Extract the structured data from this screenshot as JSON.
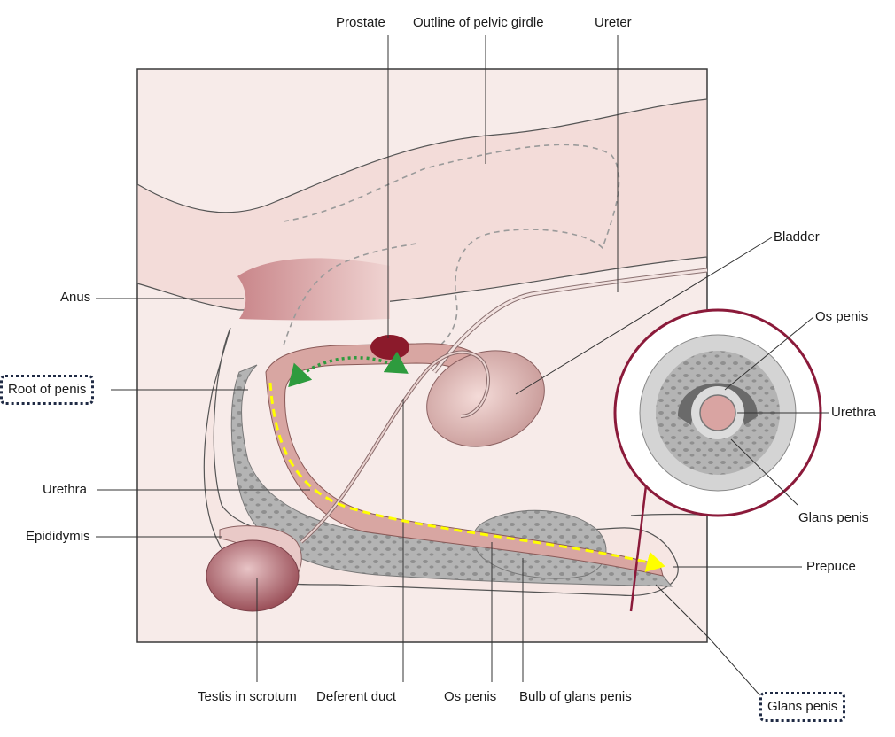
{
  "labels": {
    "prostate": "Prostate",
    "pelvic_girdle": "Outline of pelvic girdle",
    "ureter": "Ureter",
    "bladder": "Bladder",
    "anus": "Anus",
    "root_of_penis": "Root of penis",
    "urethra_left": "Urethra",
    "epididymis": "Epididymis",
    "testis": "Testis in scrotum",
    "deferent_duct": "Deferent duct",
    "os_penis_bottom": "Os penis",
    "bulb": "Bulb of glans penis",
    "glans_bottom": "Glans penis",
    "os_penis_inset": "Os penis",
    "urethra_inset": "Urethra",
    "glans_inset": "Glans penis",
    "prepuce": "Prepuce"
  },
  "colors": {
    "skin": "#f5e6e3",
    "tissue": "#b0666e",
    "bone_gray": "#a8a8a8",
    "prostate": "#8b1a2b",
    "inset_ring": "#8b1a3a",
    "yellow_arrow": "#ffff00",
    "green_arrow": "#2e9b3e",
    "box_border": "#1f2a44"
  }
}
